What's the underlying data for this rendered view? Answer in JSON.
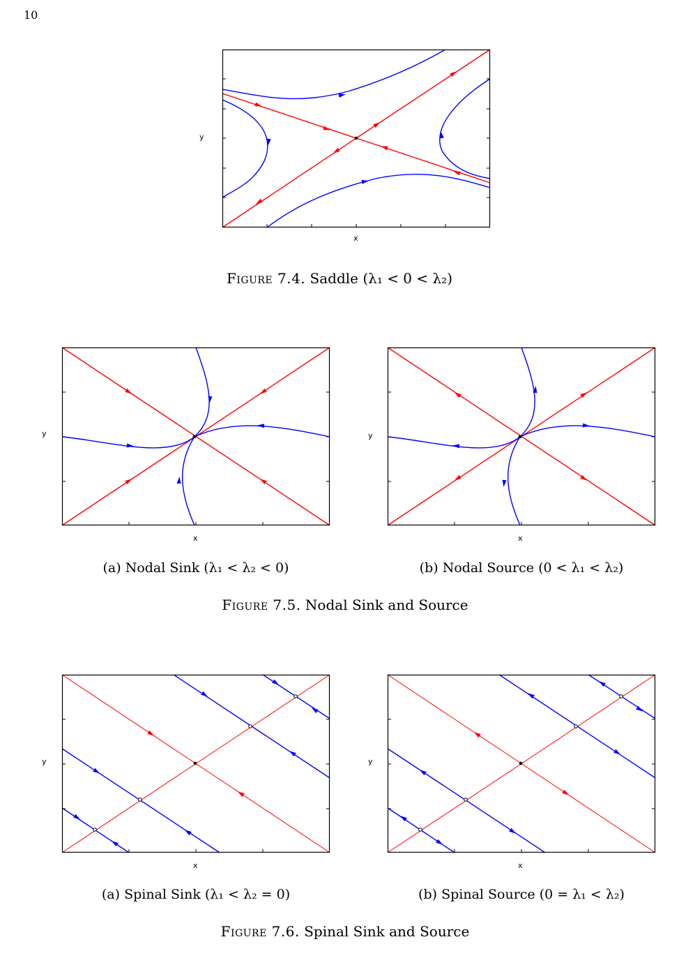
{
  "page_number": "10",
  "colors": {
    "separatrix": "#ff0000",
    "trajectory": "#0000ff",
    "frame": "#000000"
  },
  "figures": [
    {
      "id": "fig-7-4",
      "caption_label": "Figure 7.4.",
      "caption_text": "Saddle (λ₁ < 0 < λ₂)",
      "panels": [
        {
          "id": "saddle",
          "xlabel": "x",
          "ylabel": "y",
          "subcaption": ""
        }
      ]
    },
    {
      "id": "fig-7-5",
      "caption_label": "Figure 7.5.",
      "caption_text": "Nodal Sink and Source",
      "panels": [
        {
          "id": "nodal-sink",
          "xlabel": "x",
          "ylabel": "y",
          "subcaption": "(a) Nodal Sink (λ₁ < λ₂ < 0)"
        },
        {
          "id": "nodal-source",
          "xlabel": "x",
          "ylabel": "y",
          "subcaption": "(b) Nodal Source (0 < λ₁ < λ₂)"
        }
      ]
    },
    {
      "id": "fig-7-6",
      "caption_label": "Figure 7.6.",
      "caption_text": "Spinal Sink and Source",
      "panels": [
        {
          "id": "spinal-sink",
          "xlabel": "x",
          "ylabel": "y",
          "subcaption": "(a) Spinal Sink (λ₁ < λ₂ = 0)"
        },
        {
          "id": "spinal-source",
          "xlabel": "x",
          "ylabel": "y",
          "subcaption": "(b) Spinal Source (0 = λ₁ < λ₂)"
        }
      ]
    }
  ]
}
